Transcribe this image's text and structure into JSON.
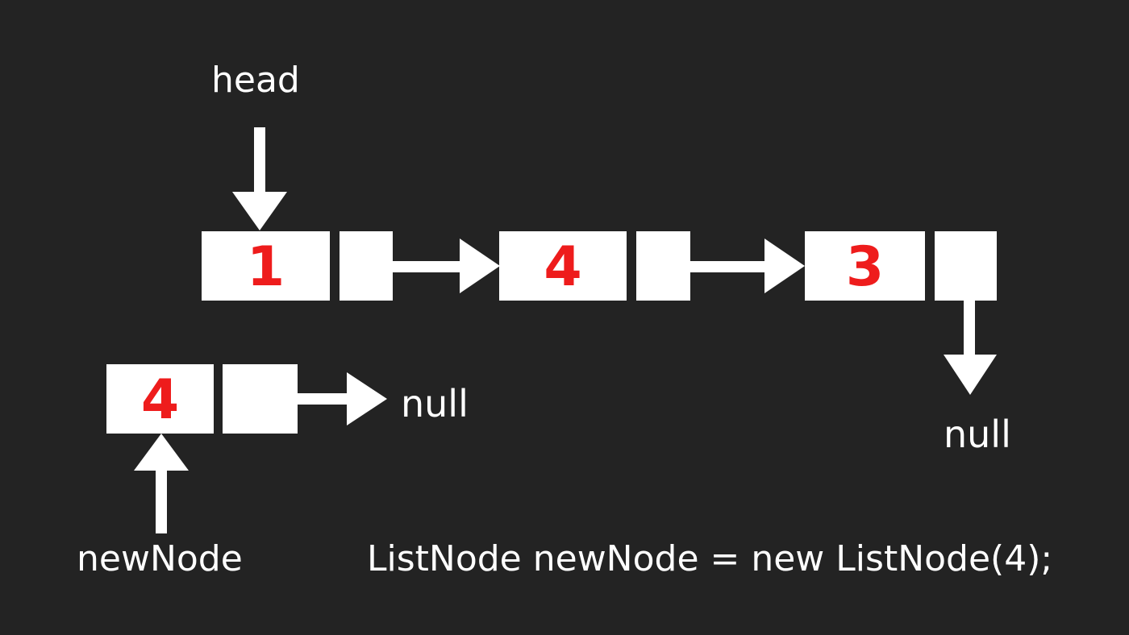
{
  "labels": {
    "head": "head",
    "new_node": "newNode",
    "null_new": "null",
    "null_tail": "null",
    "code": "ListNode newNode = new ListNode(4);"
  },
  "list_nodes": [
    {
      "value": "1"
    },
    {
      "value": "4"
    },
    {
      "value": "3"
    }
  ],
  "new_node": {
    "value": "4"
  },
  "colors": {
    "background": "#232323",
    "box": "#ffffff",
    "value": "#ee1c1c",
    "arrow": "#ffffff",
    "text": "#ffffff"
  }
}
